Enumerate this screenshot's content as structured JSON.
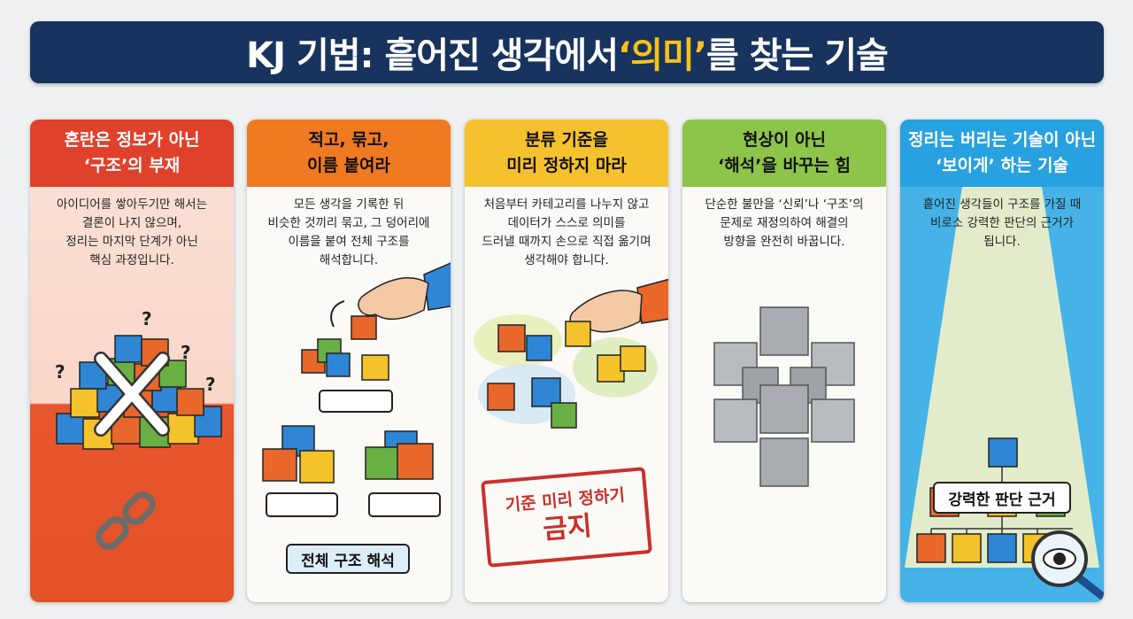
{
  "title": {
    "prefix": "KJ 기법: 흩어진 생각에서 ",
    "highlight": "‘의미’",
    "suffix": "를 찾는 기술"
  },
  "cards": [
    {
      "head_line1": "혼란은 정보가 아닌",
      "head_line2": "‘구조’의 부재",
      "body": [
        "아이디어를 쌓아두기만 해서는",
        "결론이 나지 않으며,",
        "정리는 마지막 단계가 아닌",
        "핵심 과정입니다."
      ],
      "colors": {
        "head": "#e0412b",
        "top": "#fbe2d8",
        "bottom": "#e8562e"
      }
    },
    {
      "head_line1": "적고, 묶고,",
      "head_line2": "이름 붙여라",
      "body": [
        "모든 생각을 기록한 뒤",
        "비슷한 것끼리 묶고, 그 덩어리에",
        "이름을 붙여 전체 구조를",
        "해석합니다."
      ],
      "label": "전체 구조 해석",
      "colors": {
        "head": "#ef7a21"
      }
    },
    {
      "head_line1": "분류 기준을",
      "head_line2": "미리 정하지 마라",
      "body": [
        "처음부터 카테고리를 나누지 않고",
        "데이터가 스스로 의미를",
        "드러낼 때까지 손으로 직접 옮기며",
        "생각해야 합니다."
      ],
      "stamp_line1": "기준 미리 정하기",
      "stamp_line2": "금지",
      "colors": {
        "head": "#f5c12e"
      }
    },
    {
      "head_line1": "현상이 아닌",
      "head_line2": "‘해석’을 바꾸는 힘",
      "body": [
        "단순한 불만을 ‘신뢰’나 ‘구조’의",
        "문제로 재정의하여 해결의",
        "방향을 완전히 바꿉니다."
      ],
      "colors": {
        "head": "#8dc44a"
      }
    },
    {
      "head_line1": "정리는 버리는 기술이 아닌",
      "head_line2": "‘보이게’ 하는 기술",
      "body": [
        "흩어진 생각들이 구조를 가질 때",
        "비로소 강력한 판단의 근거가",
        "됩니다."
      ],
      "label": "강력한 판단 근거",
      "colors": {
        "head": "#28a1e0",
        "bg": "#45b3e8"
      }
    }
  ],
  "icons": [
    "question-mark-icon",
    "x-mark-icon",
    "broken-chain-icon",
    "hand-icon",
    "arrow-icon",
    "magnifier-eye-icon"
  ],
  "cube_colors": {
    "blue": "#2f86d4",
    "orange": "#e8672a",
    "yellow": "#f4c22a",
    "green": "#69b044",
    "gray": "#a9adb2"
  }
}
